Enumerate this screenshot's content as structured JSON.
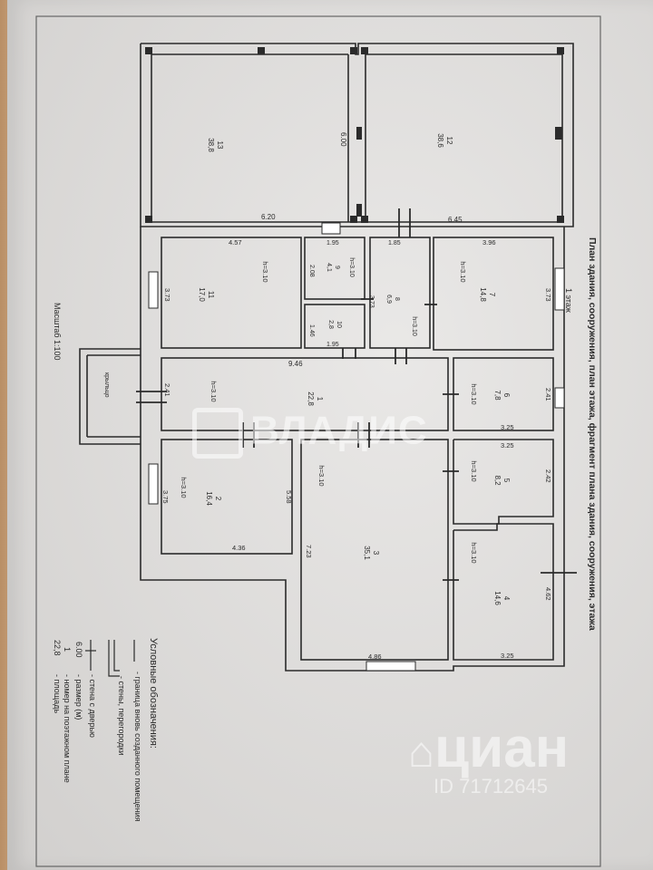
{
  "title": "План здания, сооружения, план этажа, фрагмент плана здания, сооружения, этажа",
  "floor_label": "1 этаж",
  "scale_label": "Масштаб 1:100",
  "porch_label": "крыльцо",
  "rooms": [
    {
      "num": "1",
      "area": "22,8",
      "height": "h=3.10"
    },
    {
      "num": "2",
      "area": "16,4",
      "height": "h=3.10"
    },
    {
      "num": "3",
      "area": "35,1",
      "height": "h=3.10"
    },
    {
      "num": "4",
      "area": "14,6",
      "height": "h=3.10"
    },
    {
      "num": "5",
      "area": "8,2",
      "height": "h=3.10"
    },
    {
      "num": "6",
      "area": "7,8",
      "height": "h=3.10"
    },
    {
      "num": "7",
      "area": "14,8",
      "height": "h=3.10"
    },
    {
      "num": "8",
      "area": "6,9",
      "height": "h=3.10"
    },
    {
      "num": "9",
      "area": "4,1",
      "height": "h=3.10"
    },
    {
      "num": "10",
      "area": "2,8",
      "height": ""
    },
    {
      "num": "11",
      "area": "17,0",
      "height": "h=3.10"
    },
    {
      "num": "12",
      "area": "38,6",
      "height": ""
    },
    {
      "num": "13",
      "area": "38,8",
      "height": ""
    }
  ],
  "dimensions": [
    "6.20",
    "6.45",
    "6.00",
    "4.57",
    "1.95",
    "1.85",
    "3.96",
    "3.73",
    "2.08",
    "1.46",
    "1.95",
    "3.73",
    "3.73",
    "9.46",
    "2.41",
    "2.41",
    "3.25",
    "3.25",
    "2.42",
    "3.75",
    "5.58",
    "4.36",
    "7.23",
    "4.86",
    "4.62",
    "3.25"
  ],
  "legend": {
    "title": "Условные обозначения:",
    "items": [
      {
        "symbol": "",
        "text": "- граница вновь созданного помещения"
      },
      {
        "symbol": "",
        "text": "- стены, перегородки"
      },
      {
        "symbol": "",
        "text": "- стена с дверью"
      },
      {
        "symbol": "6.00",
        "text": "- размер (м)"
      },
      {
        "symbol": "1",
        "text": "- номер на поэтажном плане"
      },
      {
        "symbol": "22,8",
        "text": "- площадь"
      }
    ]
  },
  "watermarks": {
    "brand": "ВЛАДИС",
    "cian": "циан",
    "cian_id": "ID 71712645"
  }
}
